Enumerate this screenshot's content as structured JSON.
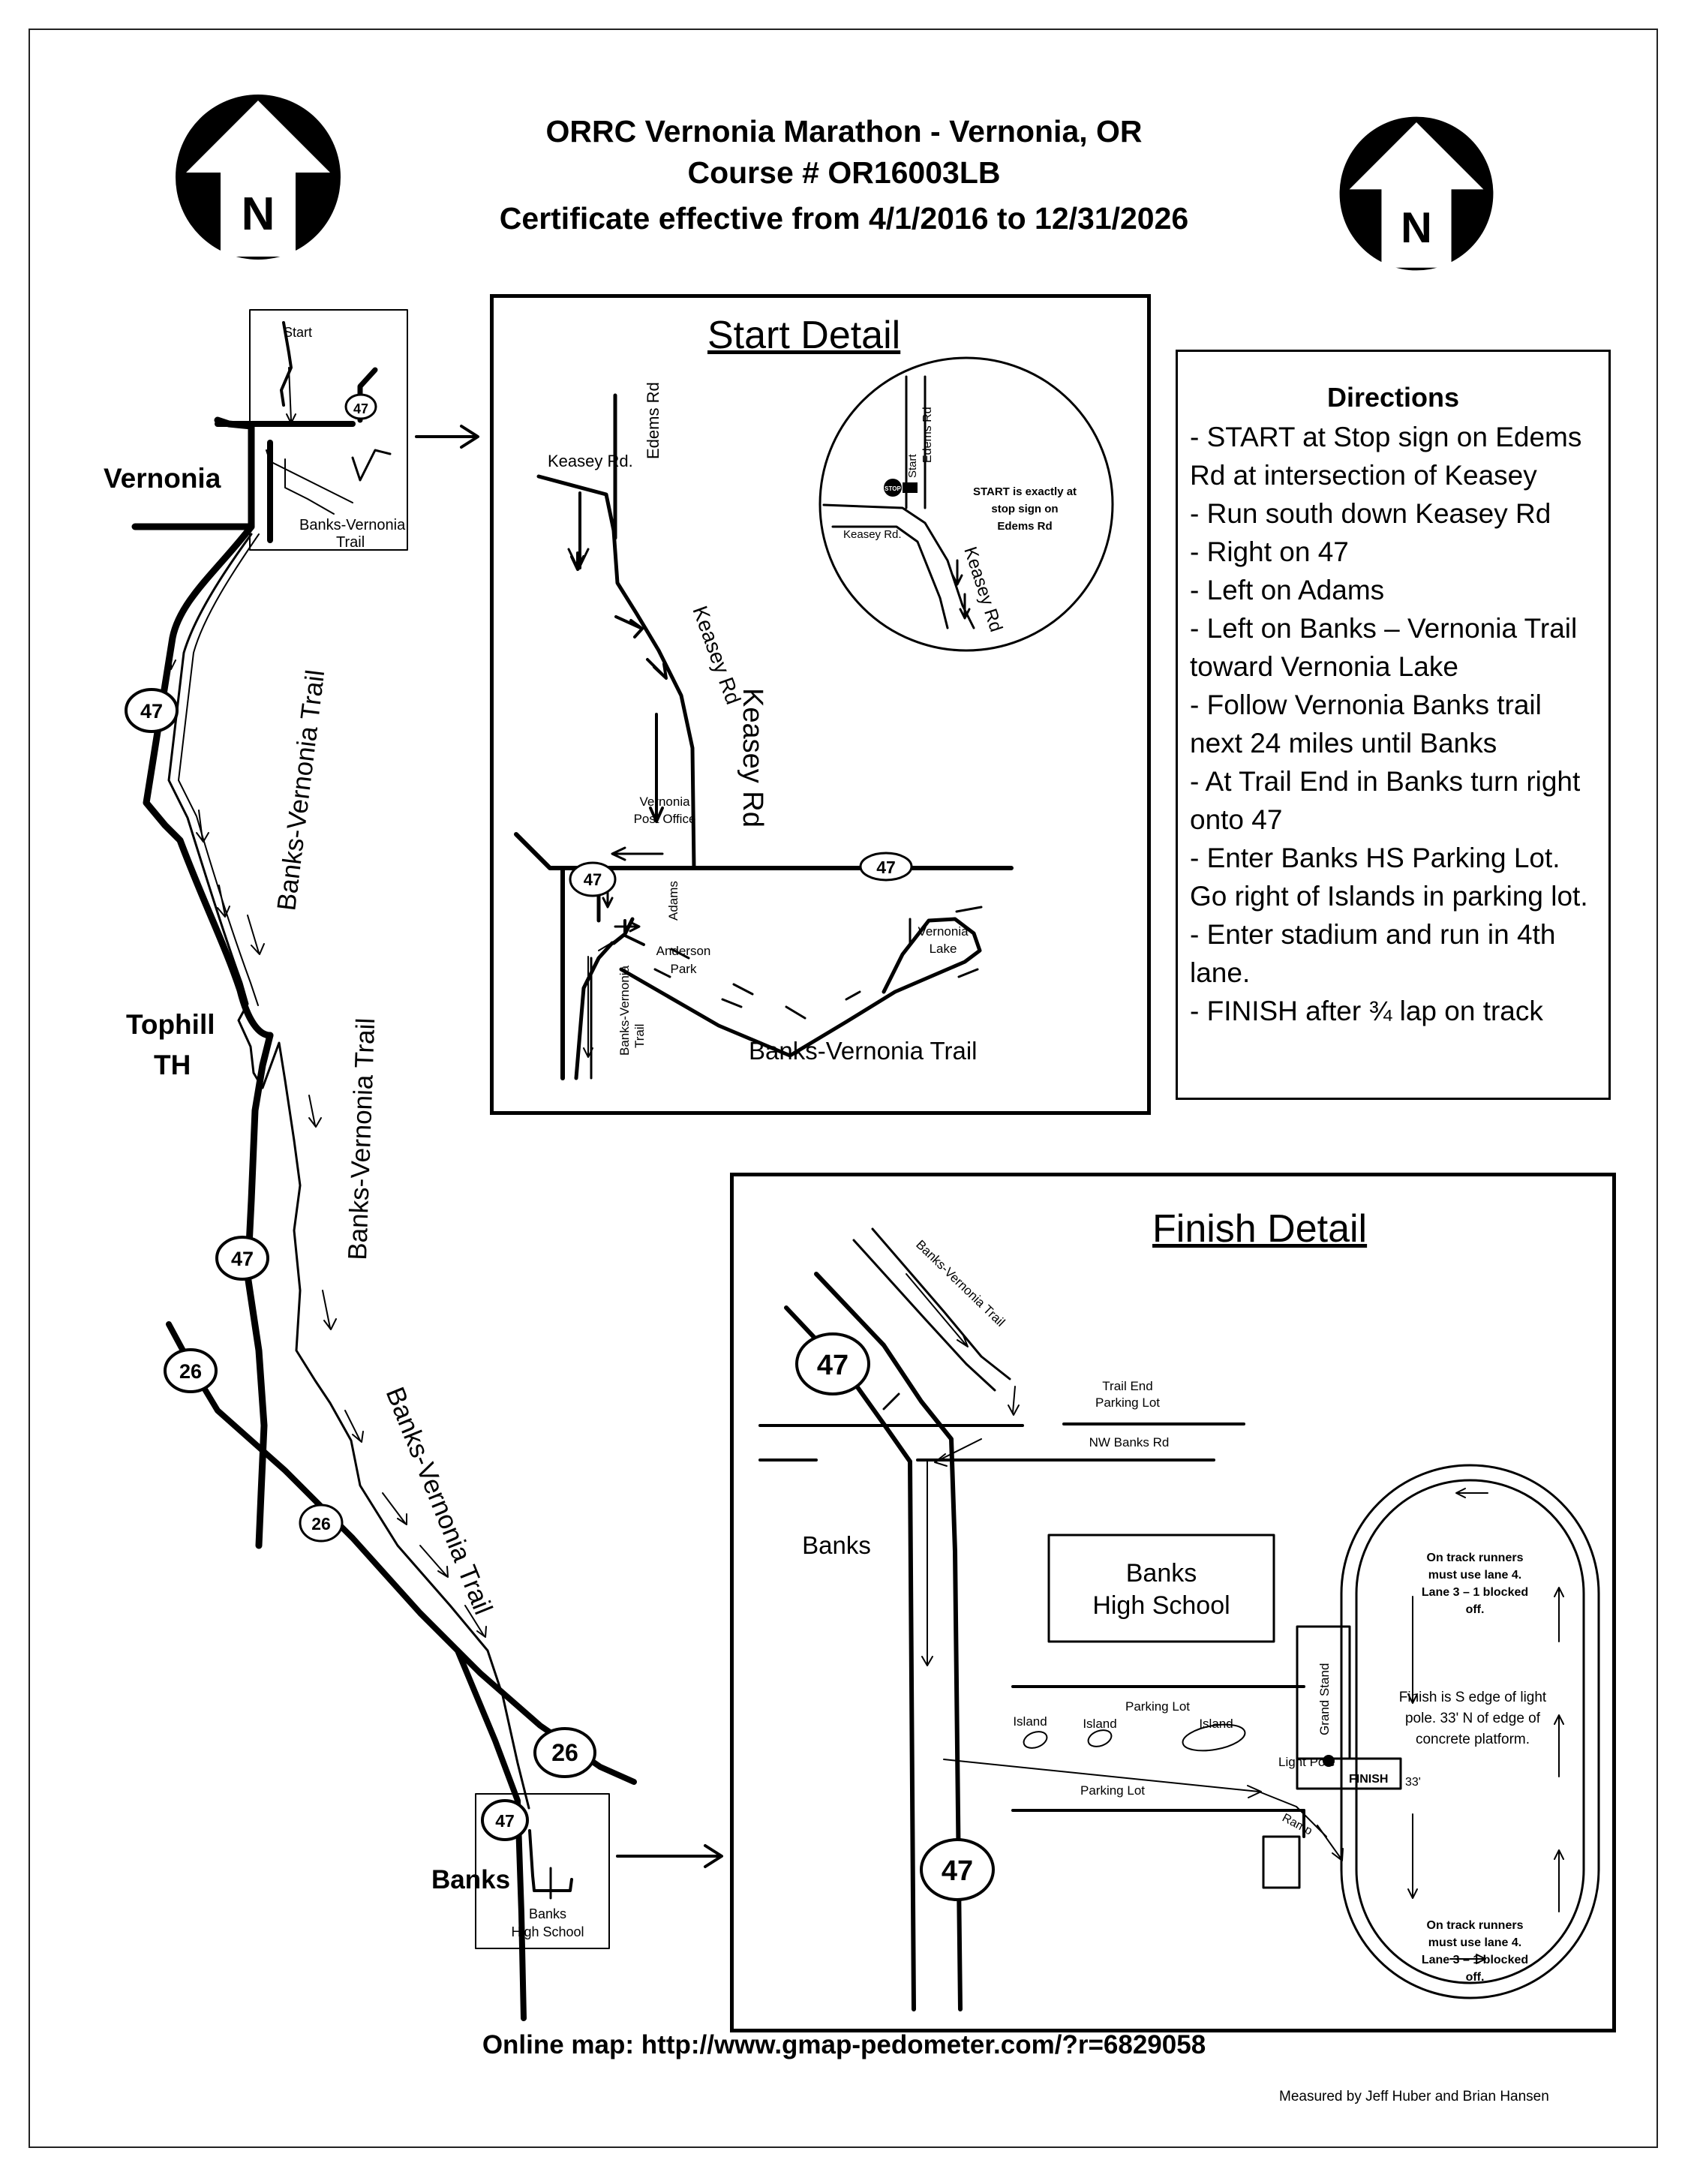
{
  "header": {
    "title_line1": "ORRC Vernonia Marathon - Vernonia, OR",
    "title_line2": "Course # OR16003LB",
    "title_line3": "Certificate effective from 4/1/2016 to 12/31/2026",
    "north_label": "N"
  },
  "overview_map": {
    "labels": {
      "vernonia": "Vernonia",
      "tophill": "Tophill",
      "th": "TH",
      "banks": "Banks",
      "start": "Start",
      "trail_top": "Banks-Vernonia",
      "trail_top2": "Trail",
      "trail_1": "Banks-Vernonia Trail",
      "trail_2": "Banks-Vernonia Trail",
      "trail_3": "Banks-Vernonia Trail",
      "banks_hs_1": "Banks",
      "banks_hs_2": "High School"
    },
    "route_shields": [
      "47",
      "47",
      "47",
      "47",
      "26",
      "26",
      "26"
    ]
  },
  "start_detail": {
    "title": "Start Detail",
    "labels": {
      "keasey_rd_dot": "Keasey Rd.",
      "edems_rd": "Edems Rd",
      "keasey_rd_curve": "Keasey Rd",
      "keasey_rd_large": "Keasey Rd",
      "post_office_1": "Vernonia",
      "post_office_2": "Post Office",
      "adams": "Adams",
      "anderson_1": "Anderson",
      "anderson_2": "Park",
      "lake_1": "Vernonia",
      "lake_2": "Lake",
      "trail_small_1": "Banks-Vernonia",
      "trail_small_2": "Trail",
      "trail_large": "Banks-Vernonia Trail",
      "route_shield": "47",
      "inset_keasey": "Keasey Rd.",
      "inset_edems": "Edems Rd",
      "inset_start": "Start",
      "inset_stop": "STOP",
      "inset_note_1": "START is exactly at",
      "inset_note_2": "stop sign on",
      "inset_note_3": "Edems Rd",
      "inset_keasey_diag": "Keasey Rd"
    }
  },
  "directions": {
    "heading": "Directions",
    "items": [
      "- START at Stop sign on Edems Rd at intersection of Keasey",
      "- Run south down Keasey Rd",
      "- Right on 47",
      "- Left on Adams",
      "- Left on Banks – Vernonia Trail toward Vernonia Lake",
      "- Follow Vernonia Banks trail next 24 miles until Banks",
      "- At Trail End in Banks turn right onto 47",
      "- Enter Banks HS Parking Lot. Go right of Islands in parking lot.",
      "- Enter stadium and run in 4th lane.",
      "- FINISH after ¾ lap on track"
    ]
  },
  "finish_detail": {
    "title": "Finish Detail",
    "labels": {
      "trail": "Banks-Vernonia Trail",
      "trail_end_1": "Trail End",
      "trail_end_2": "Parking Lot",
      "nw_banks_rd": "NW Banks Rd",
      "banks": "Banks",
      "school_1": "Banks",
      "school_2": "High School",
      "parking_lot_top": "Parking Lot",
      "parking_lot_bottom": "Parking Lot",
      "island_1": "Island",
      "island_2": "Island",
      "island_3": "Island",
      "grand_stand": "Grand Stand",
      "light_pole": "Light Pole",
      "finish": "FINISH",
      "distance": "33'",
      "ramp": "Ramp",
      "route_shield": "47",
      "track_note_top": [
        "On track runners",
        "must use lane 4.",
        "Lane 3 – 1 blocked",
        "off."
      ],
      "finish_note": [
        "Finish is S edge of light",
        "pole. 33' N of edge of",
        "concrete platform."
      ],
      "track_note_bottom": [
        "On track runners",
        "must use lane 4.",
        "Lane 3 – 1 blocked",
        "off."
      ]
    }
  },
  "footer": {
    "url": "Online map: http://www.gmap-pedometer.com/?r=6829058",
    "credit": "Measured by Jeff Huber and Brian Hansen"
  }
}
